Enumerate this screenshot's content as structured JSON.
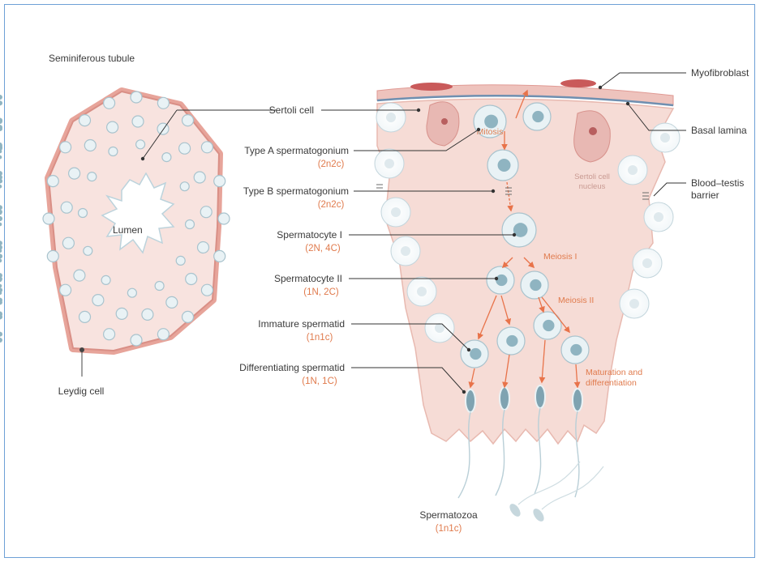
{
  "figure": {
    "title": "Seminiferous tubule",
    "tubule": {
      "lumen": "Lumen",
      "leydig": "Leydig cell"
    },
    "left_labels": {
      "sertoli": "Sertoli cell",
      "typeA": "Type A spermatogonium",
      "typeA_sub": "(2n2c)",
      "typeB": "Type B spermatogonium",
      "typeB_sub": "(2n2c)",
      "sc1": "Spermatocyte I",
      "sc1_sub": "(2N, 4C)",
      "sc2": "Spermatocyte II",
      "sc2_sub": "(1N, 2C)",
      "imm": "Immature spermatid",
      "imm_sub": "(1n1c)",
      "diff": "Differentiating spermatid",
      "diff_sub": "(1N, 1C)"
    },
    "right_labels": {
      "myofibroblast": "Myofibroblast",
      "basal": "Basal lamina",
      "btb_line1": "Blood–testis",
      "btb_line2": "barrier"
    },
    "inline_labels": {
      "mitosis": "Mitosis",
      "meiosis1": "Meiosis I",
      "meiosis2": "Meiosis II",
      "sertoli_nucleus_1": "Sertoli cell",
      "sertoli_nucleus_2": "nucleus",
      "maturation_1": "Maturation and",
      "maturation_2": "differentiation"
    },
    "bottom": {
      "spermatozoa": "Spermatozoa",
      "spermatozoa_sub": "(1n1c)"
    }
  },
  "colors": {
    "border": "#6ea0d6",
    "tissue": "#f6dcd6",
    "tissue_edge": "#e8b9b0",
    "myofibroblast": "#e9a3a3",
    "basal_lamina": "#6f8fb0",
    "cell_fill": "#e9f2f5",
    "cell_edge": "#a9c3cd",
    "nucleus": "#8fb4c1",
    "arrow": "#e8734a",
    "label_text": "#3a3a3a",
    "orange_text": "#e07a4c"
  }
}
